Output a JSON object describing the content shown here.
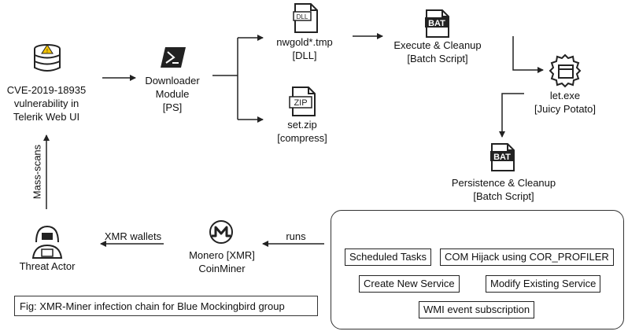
{
  "nodes": {
    "cve": {
      "lines": [
        "CVE-2019-18935",
        "vulnerability in",
        "Telerik Web UI"
      ],
      "icon": "server-warning-icon"
    },
    "downloader": {
      "lines": [
        "Downloader",
        "Module",
        "[PS]"
      ],
      "icon": "powershell-icon"
    },
    "tmp": {
      "lines": [
        "nwgold*.tmp",
        "[DLL]"
      ],
      "icon": "dll-file-icon",
      "badge": "DLL"
    },
    "zip": {
      "lines": [
        "set.zip",
        "[compress]"
      ],
      "icon": "zip-file-icon",
      "badge": "ZIP"
    },
    "execute": {
      "lines": [
        "Execute & Cleanup",
        "[Batch Script]"
      ],
      "icon": "bat-file-icon",
      "badge": "BAT"
    },
    "letexe": {
      "lines": [
        "let.exe",
        "[Juicy Potato]"
      ],
      "icon": "gear-window-icon"
    },
    "persistence": {
      "lines": [
        "Persistence & Cleanup",
        "[Batch Script]"
      ],
      "icon": "bat-file-icon",
      "badge": "BAT"
    },
    "miner": {
      "lines": [
        "Monero [XMR]",
        "CoinMiner"
      ],
      "icon": "monero-icon"
    },
    "actor": {
      "lines": [
        "Threat Actor"
      ],
      "icon": "hacker-icon"
    }
  },
  "edge_labels": {
    "mass_scans": "Mass-scans",
    "xmr_wallets": "XMR wallets",
    "runs": "runs"
  },
  "persistence_methods": [
    "Scheduled Tasks",
    "COM Hijack using COR_PROFILER",
    "Create New Service",
    "Modify Existing Service",
    "WMI event subscription"
  ],
  "caption": "Fig: XMR-Miner infection chain for Blue Mockingbird group",
  "colors": {
    "stroke": "#222222",
    "accent": "#f2c200"
  }
}
